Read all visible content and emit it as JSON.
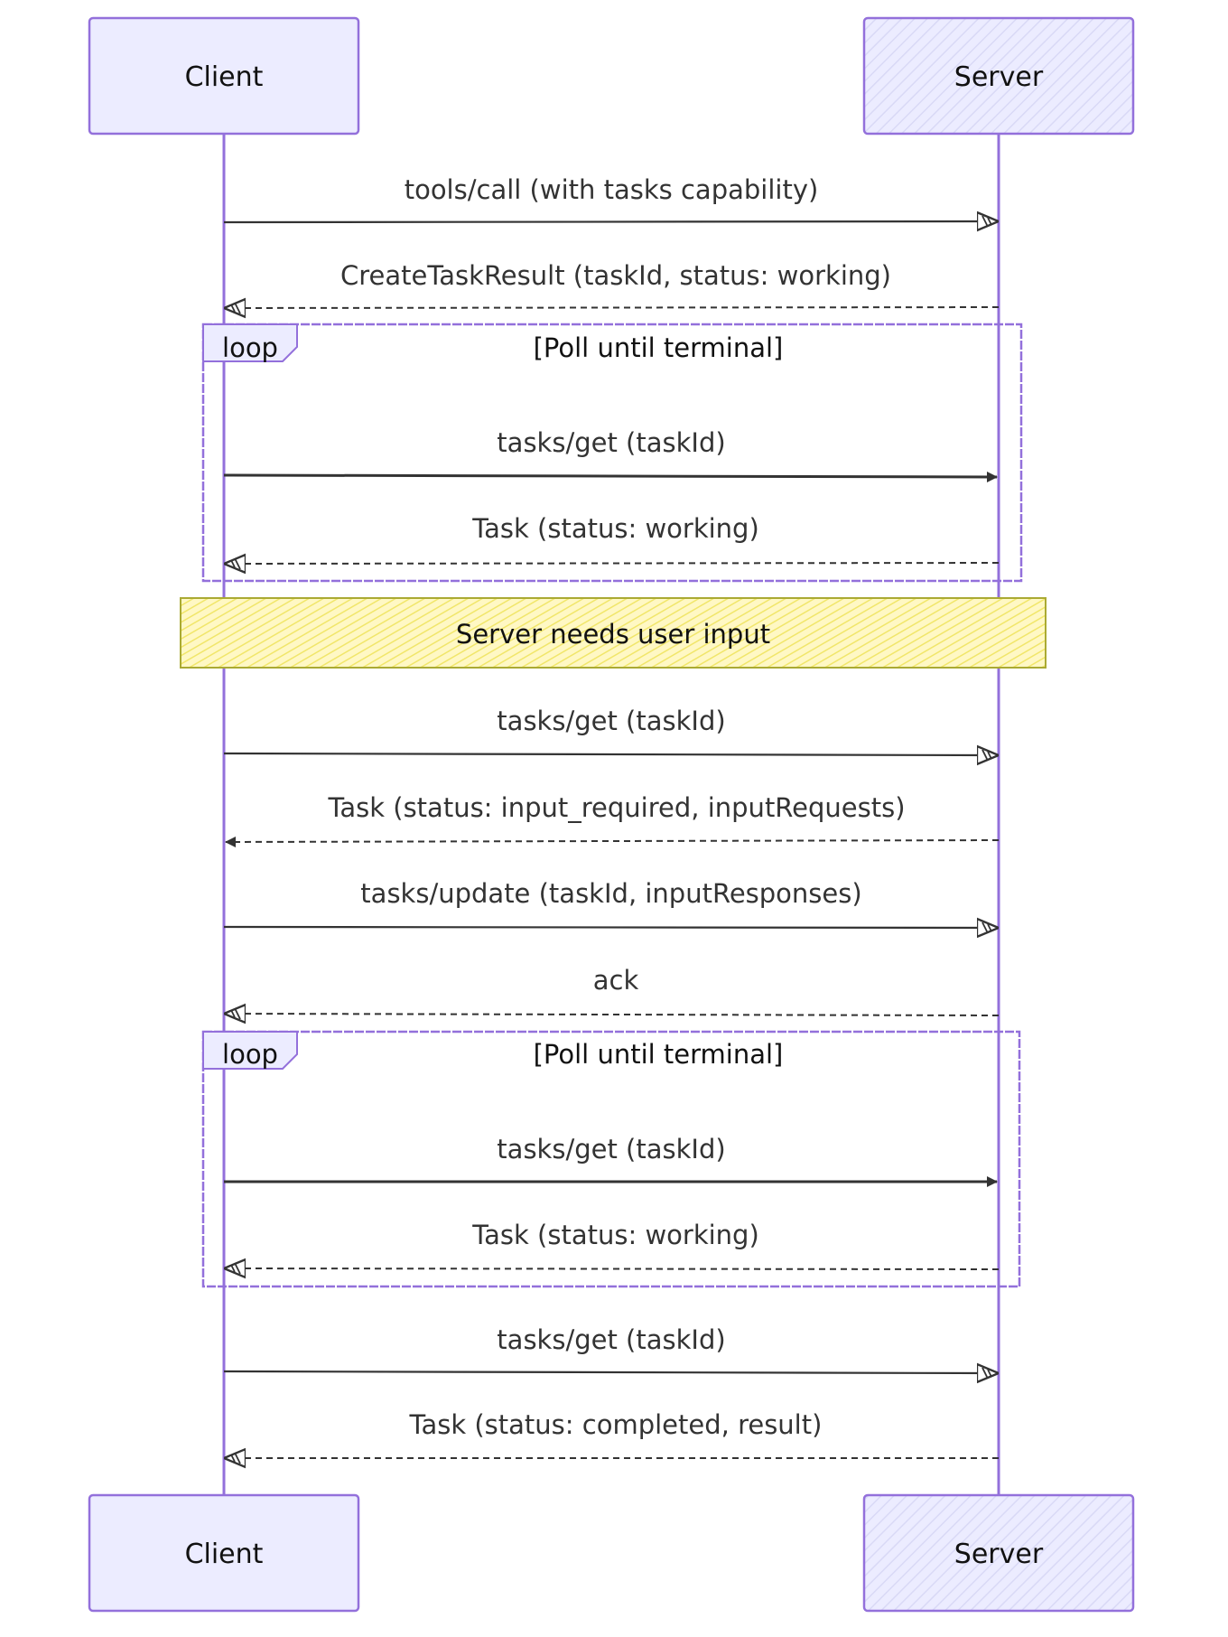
{
  "colors": {
    "actor_fill": "#ececff",
    "actor_border": "#9370db",
    "lifeline": "#9370db",
    "message_line": "#333333",
    "loop_border": "#9370db",
    "note_fill": "#fff5ad",
    "note_border": "#aaaa33"
  },
  "actors": {
    "client_top": "Client",
    "server_top": "Server",
    "client_bottom": "Client",
    "server_bottom": "Server"
  },
  "messages": {
    "m1": {
      "label": "tools/call (with tasks capability)",
      "from": "Client",
      "to": "Server",
      "style": "solid"
    },
    "m2": {
      "label": "CreateTaskResult (taskId, status: working)",
      "from": "Server",
      "to": "Client",
      "style": "dashed"
    },
    "m3": {
      "label": "tasks/get (taskId)",
      "from": "Client",
      "to": "Server",
      "style": "solid"
    },
    "m4": {
      "label": "Task (status: working)",
      "from": "Server",
      "to": "Client",
      "style": "dashed"
    },
    "m5": {
      "label": "tasks/get (taskId)",
      "from": "Client",
      "to": "Server",
      "style": "solid"
    },
    "m6": {
      "label": "Task (status: input_required, inputRequests)",
      "from": "Server",
      "to": "Client",
      "style": "dashed"
    },
    "m7": {
      "label": "tasks/update (taskId, inputResponses)",
      "from": "Client",
      "to": "Server",
      "style": "solid"
    },
    "m8": {
      "label": "ack",
      "from": "Server",
      "to": "Client",
      "style": "dashed"
    },
    "m9": {
      "label": "tasks/get (taskId)",
      "from": "Client",
      "to": "Server",
      "style": "solid"
    },
    "m10": {
      "label": "Task (status: working)",
      "from": "Server",
      "to": "Client",
      "style": "dashed"
    },
    "m11": {
      "label": "tasks/get (taskId)",
      "from": "Client",
      "to": "Server",
      "style": "solid"
    },
    "m12": {
      "label": "Task (status: completed, result)",
      "from": "Server",
      "to": "Client",
      "style": "dashed"
    }
  },
  "loops": {
    "loop1": {
      "keyword": "loop",
      "condition": "[Poll until terminal]"
    },
    "loop2": {
      "keyword": "loop",
      "condition": "[Poll until terminal]"
    }
  },
  "note": {
    "text": "Server needs user input"
  }
}
